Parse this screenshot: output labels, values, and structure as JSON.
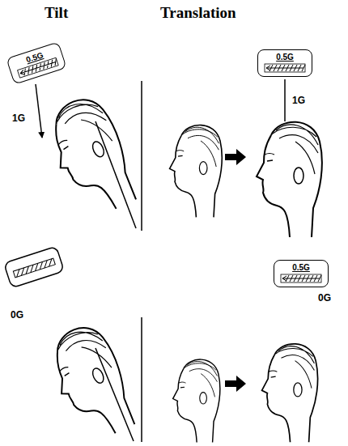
{
  "diagram": {
    "nodes": [
      {
        "text": [
          "0.5G"
        ]
      },
      {
        "text": [
          "0.5G"
        ]
      },
      {
        "text": [
          "0.5G"
        ]
      }
    ],
    "labels": [
      "Tilt",
      "Translation",
      "1G",
      "1G",
      "0G",
      "0G"
    ]
  }
}
